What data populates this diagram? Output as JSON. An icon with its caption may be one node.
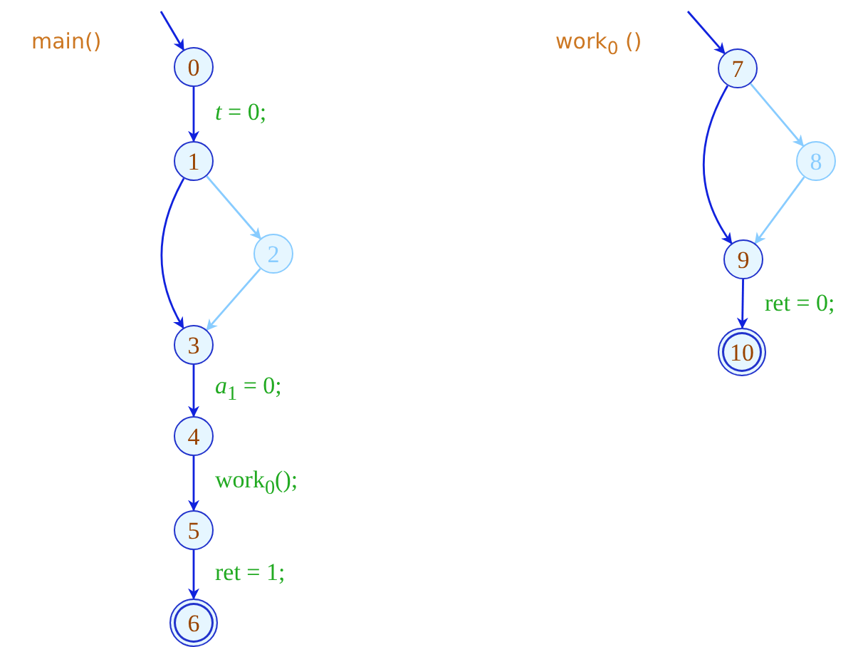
{
  "diagram": {
    "nodes": [
      {
        "text": [
          "0"
        ]
      },
      {
        "text": [
          "1"
        ]
      },
      {
        "text": [
          "2"
        ]
      },
      {
        "text": [
          "3"
        ]
      },
      {
        "text": [
          "4"
        ]
      },
      {
        "text": [
          "5"
        ]
      },
      {
        "text": [
          "6"
        ]
      },
      {
        "text": [
          "7"
        ]
      },
      {
        "text": [
          "8"
        ]
      },
      {
        "text": [
          "9"
        ]
      },
      {
        "text": [
          "10"
        ]
      }
    ],
    "edges": [
      {
        "from": null,
        "to": 0,
        "arrow": "to"
      },
      {
        "from": 0,
        "to": 1,
        "arrow": "to",
        "label": "*t* = 0;"
      },
      {
        "from": 1,
        "to": 3,
        "arrow": "to"
      },
      {
        "from": 1,
        "to": 2,
        "arrow": "to",
        "color": "#88ccff"
      },
      {
        "from": 2,
        "to": 3,
        "arrow": "to",
        "color": "#88ccff"
      },
      {
        "from": 3,
        "to": 4,
        "arrow": "to",
        "label": "*a*$_{1}$ = 0;"
      },
      {
        "from": 4,
        "to": 5,
        "arrow": "to",
        "label": "work$_{0}$();"
      },
      {
        "from": 5,
        "to": 6,
        "arrow": "to",
        "label": "ret = 1;"
      },
      {
        "from": null,
        "to": 7,
        "arrow": "to"
      },
      {
        "from": 7,
        "to": 9,
        "arrow": "to"
      },
      {
        "from": 7,
        "to": 8,
        "arrow": "to",
        "color": "#88ccff"
      },
      {
        "from": 8,
        "to": 9,
        "arrow": "to",
        "color": "#88ccff"
      },
      {
        "from": 9,
        "to": 10,
        "arrow": "to",
        "label": "ret = 0;"
      }
    ],
    "labels": [
      "main()",
      "work$_{0}$ ()"
    ]
  }
}
